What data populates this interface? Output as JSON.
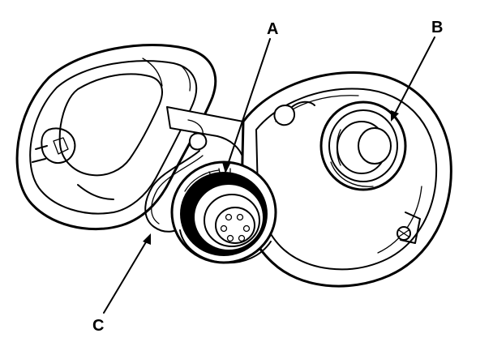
{
  "diagram": {
    "callouts": [
      {
        "id": "A",
        "label": "A"
      },
      {
        "id": "B",
        "label": "B"
      },
      {
        "id": "C",
        "label": "C"
      }
    ]
  }
}
